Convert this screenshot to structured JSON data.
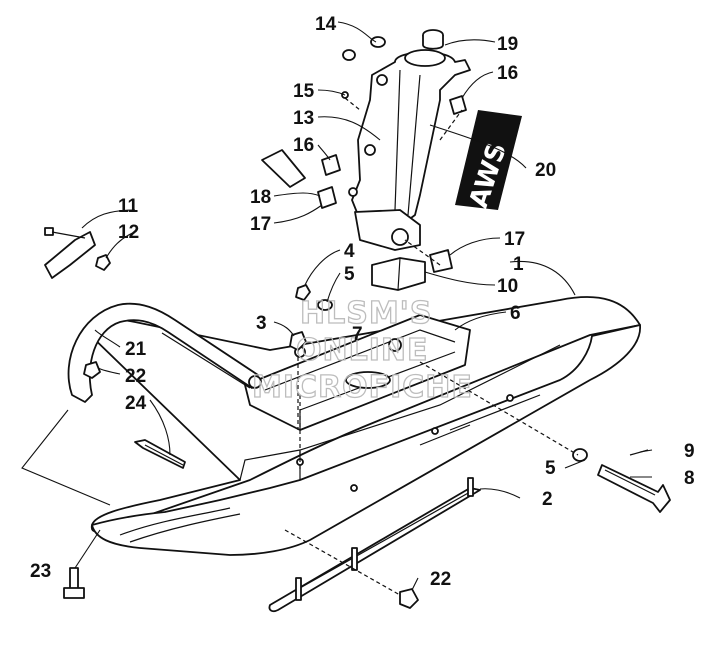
{
  "watermark": {
    "line1": "HLSM'S",
    "line2": "ONLINE",
    "line3": "MICROFICHE"
  },
  "logo_decal": {
    "text": "AWS"
  },
  "callouts": {
    "c1": "1",
    "c2": "2",
    "c3": "3",
    "c4": "4",
    "c5a": "5",
    "c5b": "5",
    "c6": "6",
    "c7": "7",
    "c8": "8",
    "c9": "9",
    "c10": "10",
    "c11": "11",
    "c12": "12",
    "c13": "13",
    "c14": "14",
    "c15": "15",
    "c16a": "16",
    "c16b": "16",
    "c17a": "17",
    "c17b": "17",
    "c18": "18",
    "c19": "19",
    "c20": "20",
    "c21": "21",
    "c22a": "22",
    "c22b": "22",
    "c23": "23",
    "c24": "24"
  },
  "colors": {
    "line": "#111111",
    "decal": "#111111",
    "watermark": "#bdbdbd"
  }
}
